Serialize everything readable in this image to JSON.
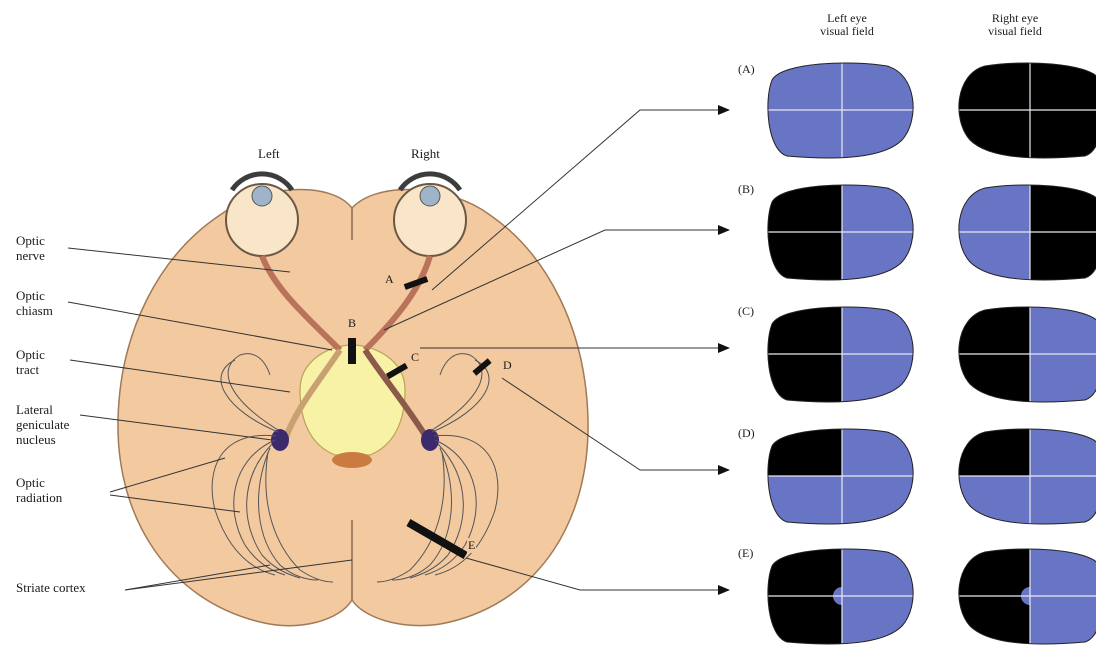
{
  "brain": {
    "side_left": "Left",
    "side_right": "Right",
    "structures": [
      {
        "key": "optic_nerve",
        "label_line1": "Optic",
        "label_line2": "nerve"
      },
      {
        "key": "optic_chiasm",
        "label_line1": "Optic",
        "label_line2": "chiasm"
      },
      {
        "key": "optic_tract",
        "label_line1": "Optic",
        "label_line2": "tract"
      },
      {
        "key": "lgn",
        "label_line1": "Lateral",
        "label_line2": "geniculate",
        "label_line3": "nucleus"
      },
      {
        "key": "optic_radiation",
        "label_line1": "Optic",
        "label_line2": "radiation"
      },
      {
        "key": "striate_cortex",
        "label_line1": "Striate cortex"
      }
    ],
    "lesion_marks": [
      "A",
      "B",
      "C",
      "D",
      "E"
    ]
  },
  "fields": {
    "header_left_line1": "Left eye",
    "header_left_line2": "visual field",
    "header_right_line1": "Right eye",
    "header_right_line2": "visual field",
    "rows": [
      {
        "label": "(A)",
        "left_spared": "all",
        "right_spared": "none"
      },
      {
        "label": "(B)",
        "left_spared": "right_half",
        "right_spared": "left_half"
      },
      {
        "label": "(C)",
        "left_spared": "right_half",
        "right_spared": "right_half"
      },
      {
        "label": "(D)",
        "left_spared": "right_half_plus_lower_left",
        "right_spared": "right_half_plus_lower_left"
      },
      {
        "label": "(E)",
        "left_spared": "right_half_macular_sparing",
        "right_spared": "right_half_macular_sparing"
      }
    ]
  },
  "colors": {
    "brain_fill": "#f3c9a0",
    "brain_stroke": "#a07a57",
    "field_seen": "#6874c4",
    "field_blind": "#000000",
    "lgn": "#3b2a6e",
    "thalamus": "#f8f2a6",
    "nerve": "#b9735a"
  }
}
